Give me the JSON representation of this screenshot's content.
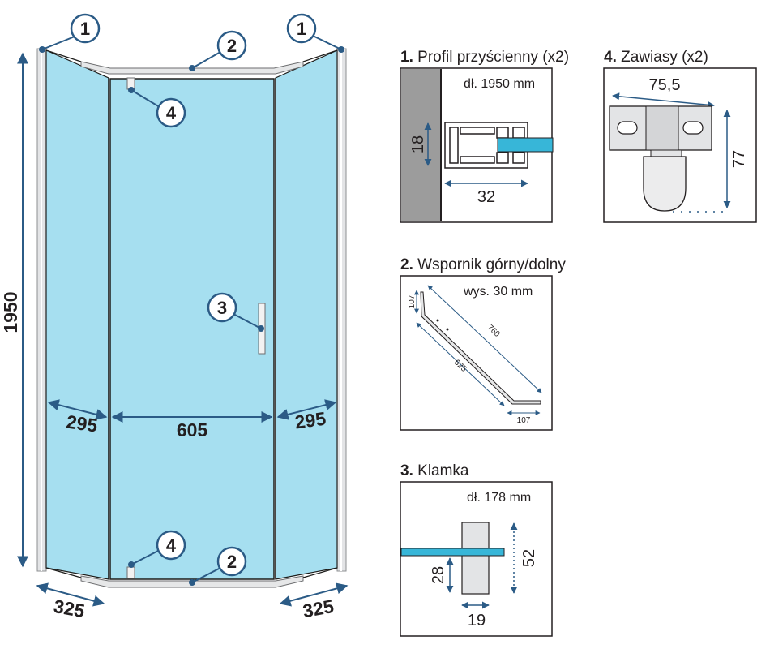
{
  "main": {
    "height": "1950",
    "width_left": "295",
    "width_center": "605",
    "width_right": "295",
    "depth_left": "325",
    "depth_right": "325",
    "callouts": [
      "1",
      "2",
      "3",
      "4"
    ]
  },
  "details": {
    "profile": {
      "num": "1.",
      "title": "Profil przyścienny (x2)",
      "note": "dł. 1950 mm",
      "dim_h": "18",
      "dim_w": "32"
    },
    "hinges": {
      "num": "4.",
      "title": "Zawiasy (x2)",
      "dim_w": "75,5",
      "dim_h": "77"
    },
    "bracket": {
      "num": "2.",
      "title": "Wspornik górny/dolny",
      "note": "wys. 30 mm",
      "dim_short": "107",
      "dim_long": "760",
      "dim_mid": "625",
      "dim_bottom": "107"
    },
    "handle": {
      "num": "3.",
      "title": "Klamka",
      "note": "dł. 178 mm",
      "dim_h": "52",
      "dim_inner": "28",
      "dim_w": "19"
    }
  },
  "colors": {
    "glass": "#a6dff0",
    "frame": "#e3e4e6",
    "accent": "#2b5b86",
    "wall": "#9c9c9c",
    "dark": "#231f20"
  }
}
